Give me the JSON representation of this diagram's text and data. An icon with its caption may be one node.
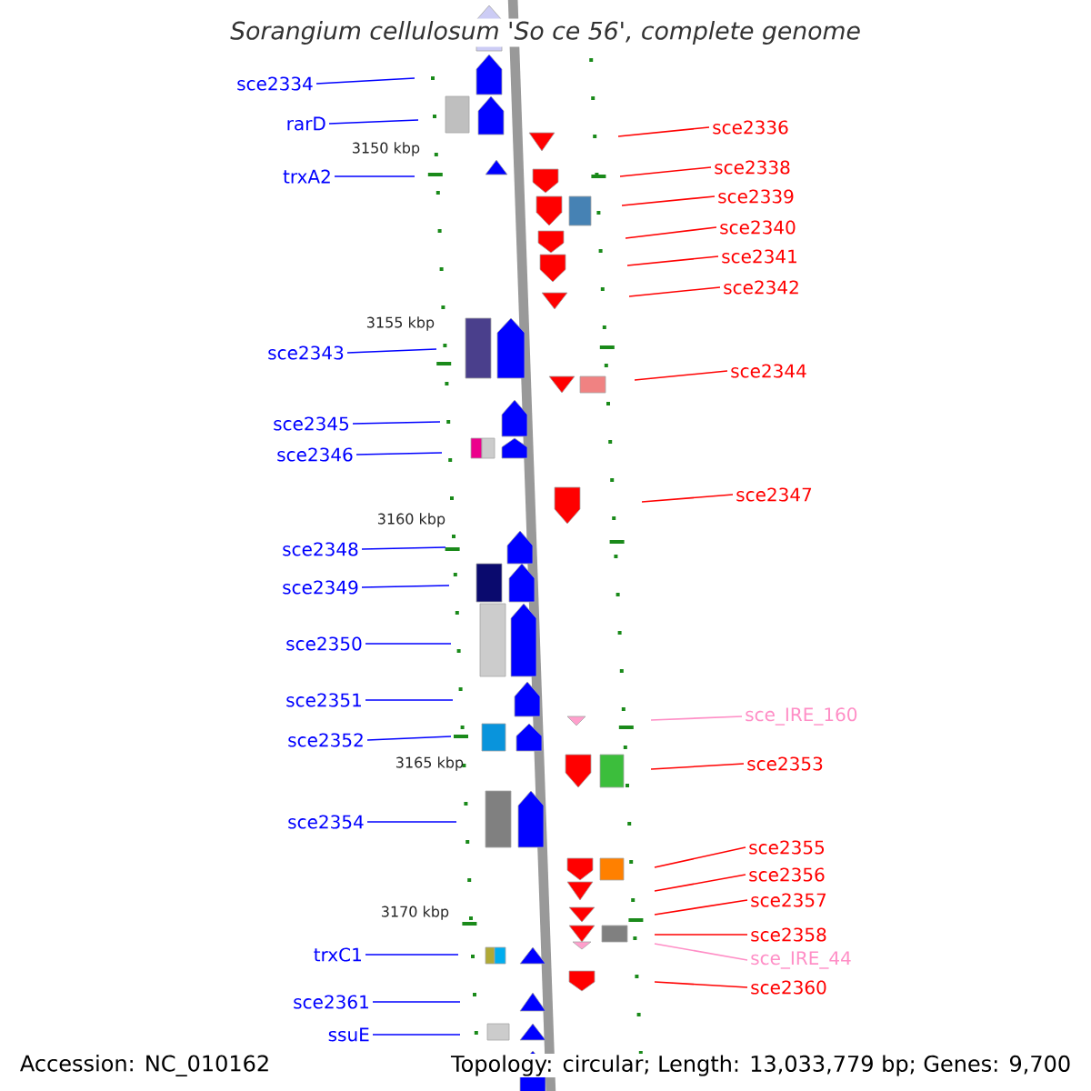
{
  "diagram": {
    "title": "Sorangium cellulosum 'So ce 56', complete genome",
    "nodes": [
      {
        "text": [
          "sce2334"
        ]
      },
      {
        "text": [
          "rarD"
        ]
      },
      {
        "text": [
          "trxA2"
        ]
      },
      {
        "text": [
          "sce2343"
        ]
      },
      {
        "text": [
          "sce2345"
        ]
      },
      {
        "text": [
          "sce2346"
        ]
      },
      {
        "text": [
          "sce2348"
        ]
      },
      {
        "text": [
          "sce2349"
        ]
      },
      {
        "text": [
          "sce2350"
        ]
      },
      {
        "text": [
          "sce2351"
        ]
      },
      {
        "text": [
          "sce2352"
        ]
      },
      {
        "text": [
          "sce2354"
        ]
      },
      {
        "text": [
          "trxC1"
        ]
      },
      {
        "text": [
          "sce2361"
        ]
      },
      {
        "text": [
          "ssuE"
        ]
      },
      {
        "text": [
          "sce2336"
        ]
      },
      {
        "text": [
          "sce2338"
        ]
      },
      {
        "text": [
          "sce2339"
        ]
      },
      {
        "text": [
          "sce2340"
        ]
      },
      {
        "text": [
          "sce2341"
        ]
      },
      {
        "text": [
          "sce2342"
        ]
      },
      {
        "text": [
          "sce2344"
        ]
      },
      {
        "text": [
          "sce2347"
        ]
      },
      {
        "text": [
          "sce_IRE_160"
        ]
      },
      {
        "text": [
          "sce2353"
        ]
      },
      {
        "text": [
          "sce2355"
        ]
      },
      {
        "text": [
          "sce2356"
        ]
      },
      {
        "text": [
          "sce2357"
        ]
      },
      {
        "text": [
          "sce2358"
        ]
      },
      {
        "text": [
          "sce_IRE_44"
        ]
      },
      {
        "text": [
          "sce2360"
        ]
      }
    ],
    "edges": [
      {
        "from": 0,
        "to": null,
        "arrow": "none"
      },
      {
        "from": 1,
        "to": null,
        "arrow": "none"
      },
      {
        "from": 2,
        "to": null,
        "arrow": "none"
      },
      {
        "from": 3,
        "to": null,
        "arrow": "none"
      },
      {
        "from": 4,
        "to": null,
        "arrow": "none"
      },
      {
        "from": 5,
        "to": null,
        "arrow": "none"
      },
      {
        "from": 6,
        "to": null,
        "arrow": "none"
      },
      {
        "from": 7,
        "to": null,
        "arrow": "none"
      },
      {
        "from": 8,
        "to": null,
        "arrow": "none"
      },
      {
        "from": 9,
        "to": null,
        "arrow": "none"
      },
      {
        "from": 10,
        "to": null,
        "arrow": "none"
      },
      {
        "from": 11,
        "to": null,
        "arrow": "none"
      },
      {
        "from": 12,
        "to": null,
        "arrow": "none"
      },
      {
        "from": 13,
        "to": null,
        "arrow": "none"
      },
      {
        "from": 14,
        "to": null,
        "arrow": "none"
      },
      {
        "from": 15,
        "to": null,
        "arrow": "none",
        "color": "#ff0000"
      },
      {
        "from": 16,
        "to": null,
        "arrow": "none",
        "color": "#ff0000"
      },
      {
        "from": 17,
        "to": null,
        "arrow": "none",
        "color": "#ff0000"
      },
      {
        "from": 18,
        "to": null,
        "arrow": "none",
        "color": "#ff0000"
      },
      {
        "from": 19,
        "to": null,
        "arrow": "none",
        "color": "#ff0000"
      },
      {
        "from": 20,
        "to": null,
        "arrow": "none",
        "color": "#ff0000"
      },
      {
        "from": 21,
        "to": null,
        "arrow": "none",
        "color": "#ff0000"
      },
      {
        "from": 22,
        "to": null,
        "arrow": "none",
        "color": "#ff0000"
      },
      {
        "from": 23,
        "to": null,
        "arrow": "none",
        "color": "#ff8ec6"
      },
      {
        "from": 24,
        "to": null,
        "arrow": "none",
        "color": "#ff0000"
      },
      {
        "from": 25,
        "to": null,
        "arrow": "none",
        "color": "#ff0000"
      },
      {
        "from": 26,
        "to": null,
        "arrow": "none",
        "color": "#ff0000"
      },
      {
        "from": 27,
        "to": null,
        "arrow": "none",
        "color": "#ff0000"
      },
      {
        "from": 28,
        "to": null,
        "arrow": "none",
        "color": "#ff0000"
      },
      {
        "from": 29,
        "to": null,
        "arrow": "none",
        "color": "#ff8ec6"
      },
      {
        "from": 30,
        "to": null,
        "arrow": "none",
        "color": "#ff0000"
      }
    ],
    "labels": [
      "3150 kbp",
      "3155 kbp",
      "3160 kbp",
      "3165 kbp",
      "3170 kbp",
      "Accession: NC_010162",
      "Topology: circular; Length: 13,033,779 bp; Genes: 9,700"
    ]
  }
}
